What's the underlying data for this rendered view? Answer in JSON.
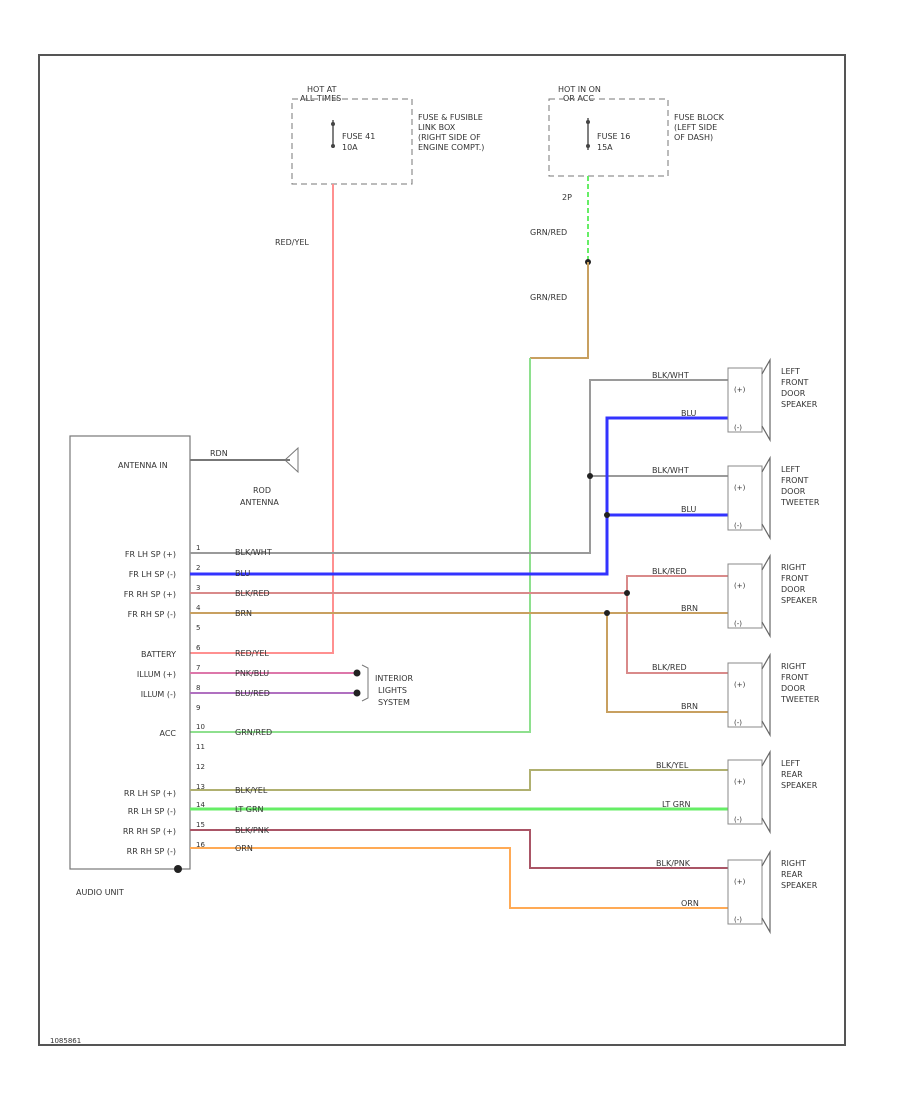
{
  "fuse_left": {
    "hot_label_1": "HOT AT",
    "hot_label_2": "ALL TIMES",
    "fuse_name": "FUSE 41",
    "fuse_amps": "10A",
    "location_lines": [
      "FUSE & FUSIBLE",
      "LINK BOX",
      "(RIGHT SIDE OF",
      "ENGINE COMPT.)"
    ]
  },
  "fuse_right": {
    "hot_label_1": "HOT IN ON",
    "hot_label_2": "OR ACC",
    "fuse_name": "FUSE 16",
    "fuse_amps": "15A",
    "location_lines": [
      "FUSE BLOCK",
      "(LEFT SIDE",
      "OF DASH)"
    ],
    "terminal": "2P"
  },
  "wires": {
    "battery_feed": "RED/YEL",
    "acc_upper": "GRN/RED",
    "acc_lower": "GRN/RED",
    "frlh_plus": "BLK/WHT",
    "frlh_minus": "BLU",
    "frrh_plus": "BLK/RED",
    "frrh_minus": "BRN",
    "battery": "RED/YEL",
    "illum_plus": "PNK/BLU",
    "illum_minus": "BLU/RED",
    "acc": "GRN/RED",
    "rrlh_plus": "BLK/YEL",
    "rrlh_minus": "LT GRN",
    "rrrh_plus": "BLK/PNK",
    "rrrh_minus": "ORN"
  },
  "audio_unit": {
    "name": "AUDIO UNIT",
    "antenna_pin": "ANTENNA IN",
    "pin_labels": [
      "FR LH SP (+)",
      "FR LH SP (-)",
      "FR RH SP (+)",
      "FR RH SP (-)",
      "",
      "BATTERY",
      "ILLUM (+)",
      "ILLUM (-)",
      "",
      "ACC",
      "",
      "",
      "RR LH SP (+)",
      "RR LH SP (-)",
      "RR RH SP (+)",
      "RR RH SP (-)"
    ],
    "pin_numbers": [
      "1",
      "2",
      "3",
      "4",
      "5",
      "6",
      "7",
      "8",
      "9",
      "10",
      "11",
      "12",
      "13",
      "14",
      "15",
      "16"
    ]
  },
  "antenna": {
    "lead_label": "RDN",
    "name_line1": "ROD",
    "name_line2": "ANTENNA"
  },
  "interior_lights": [
    "INTERIOR",
    "LIGHTS",
    "SYSTEM"
  ],
  "speakers": [
    {
      "lines": [
        "LEFT",
        "FRONT",
        "DOOR",
        "SPEAKER"
      ]
    },
    {
      "lines": [
        "LEFT",
        "FRONT",
        "DOOR",
        "TWEETER"
      ]
    },
    {
      "lines": [
        "RIGHT",
        "FRONT",
        "DOOR",
        "SPEAKER"
      ]
    },
    {
      "lines": [
        "RIGHT",
        "FRONT",
        "DOOR",
        "TWEETER"
      ]
    },
    {
      "lines": [
        "LEFT",
        "REAR",
        "SPEAKER"
      ]
    },
    {
      "lines": [
        "RIGHT",
        "REAR",
        "SPEAKER"
      ]
    }
  ],
  "speaker_terminals": {
    "plus": "(+)",
    "minus": "(-)"
  },
  "figure_code": "1085861",
  "colors": {
    "red": "#ff8a8a",
    "green": "#66ee66",
    "tan": "#c8a060",
    "blue": "#3333ff",
    "gray": "#9a9a9a",
    "pink_red": "#d98a8a",
    "pink": "#dd77aa",
    "purple": "#b070c0",
    "olive": "#b0b070",
    "maroon": "#aa5566",
    "orange": "#ffaa55"
  }
}
